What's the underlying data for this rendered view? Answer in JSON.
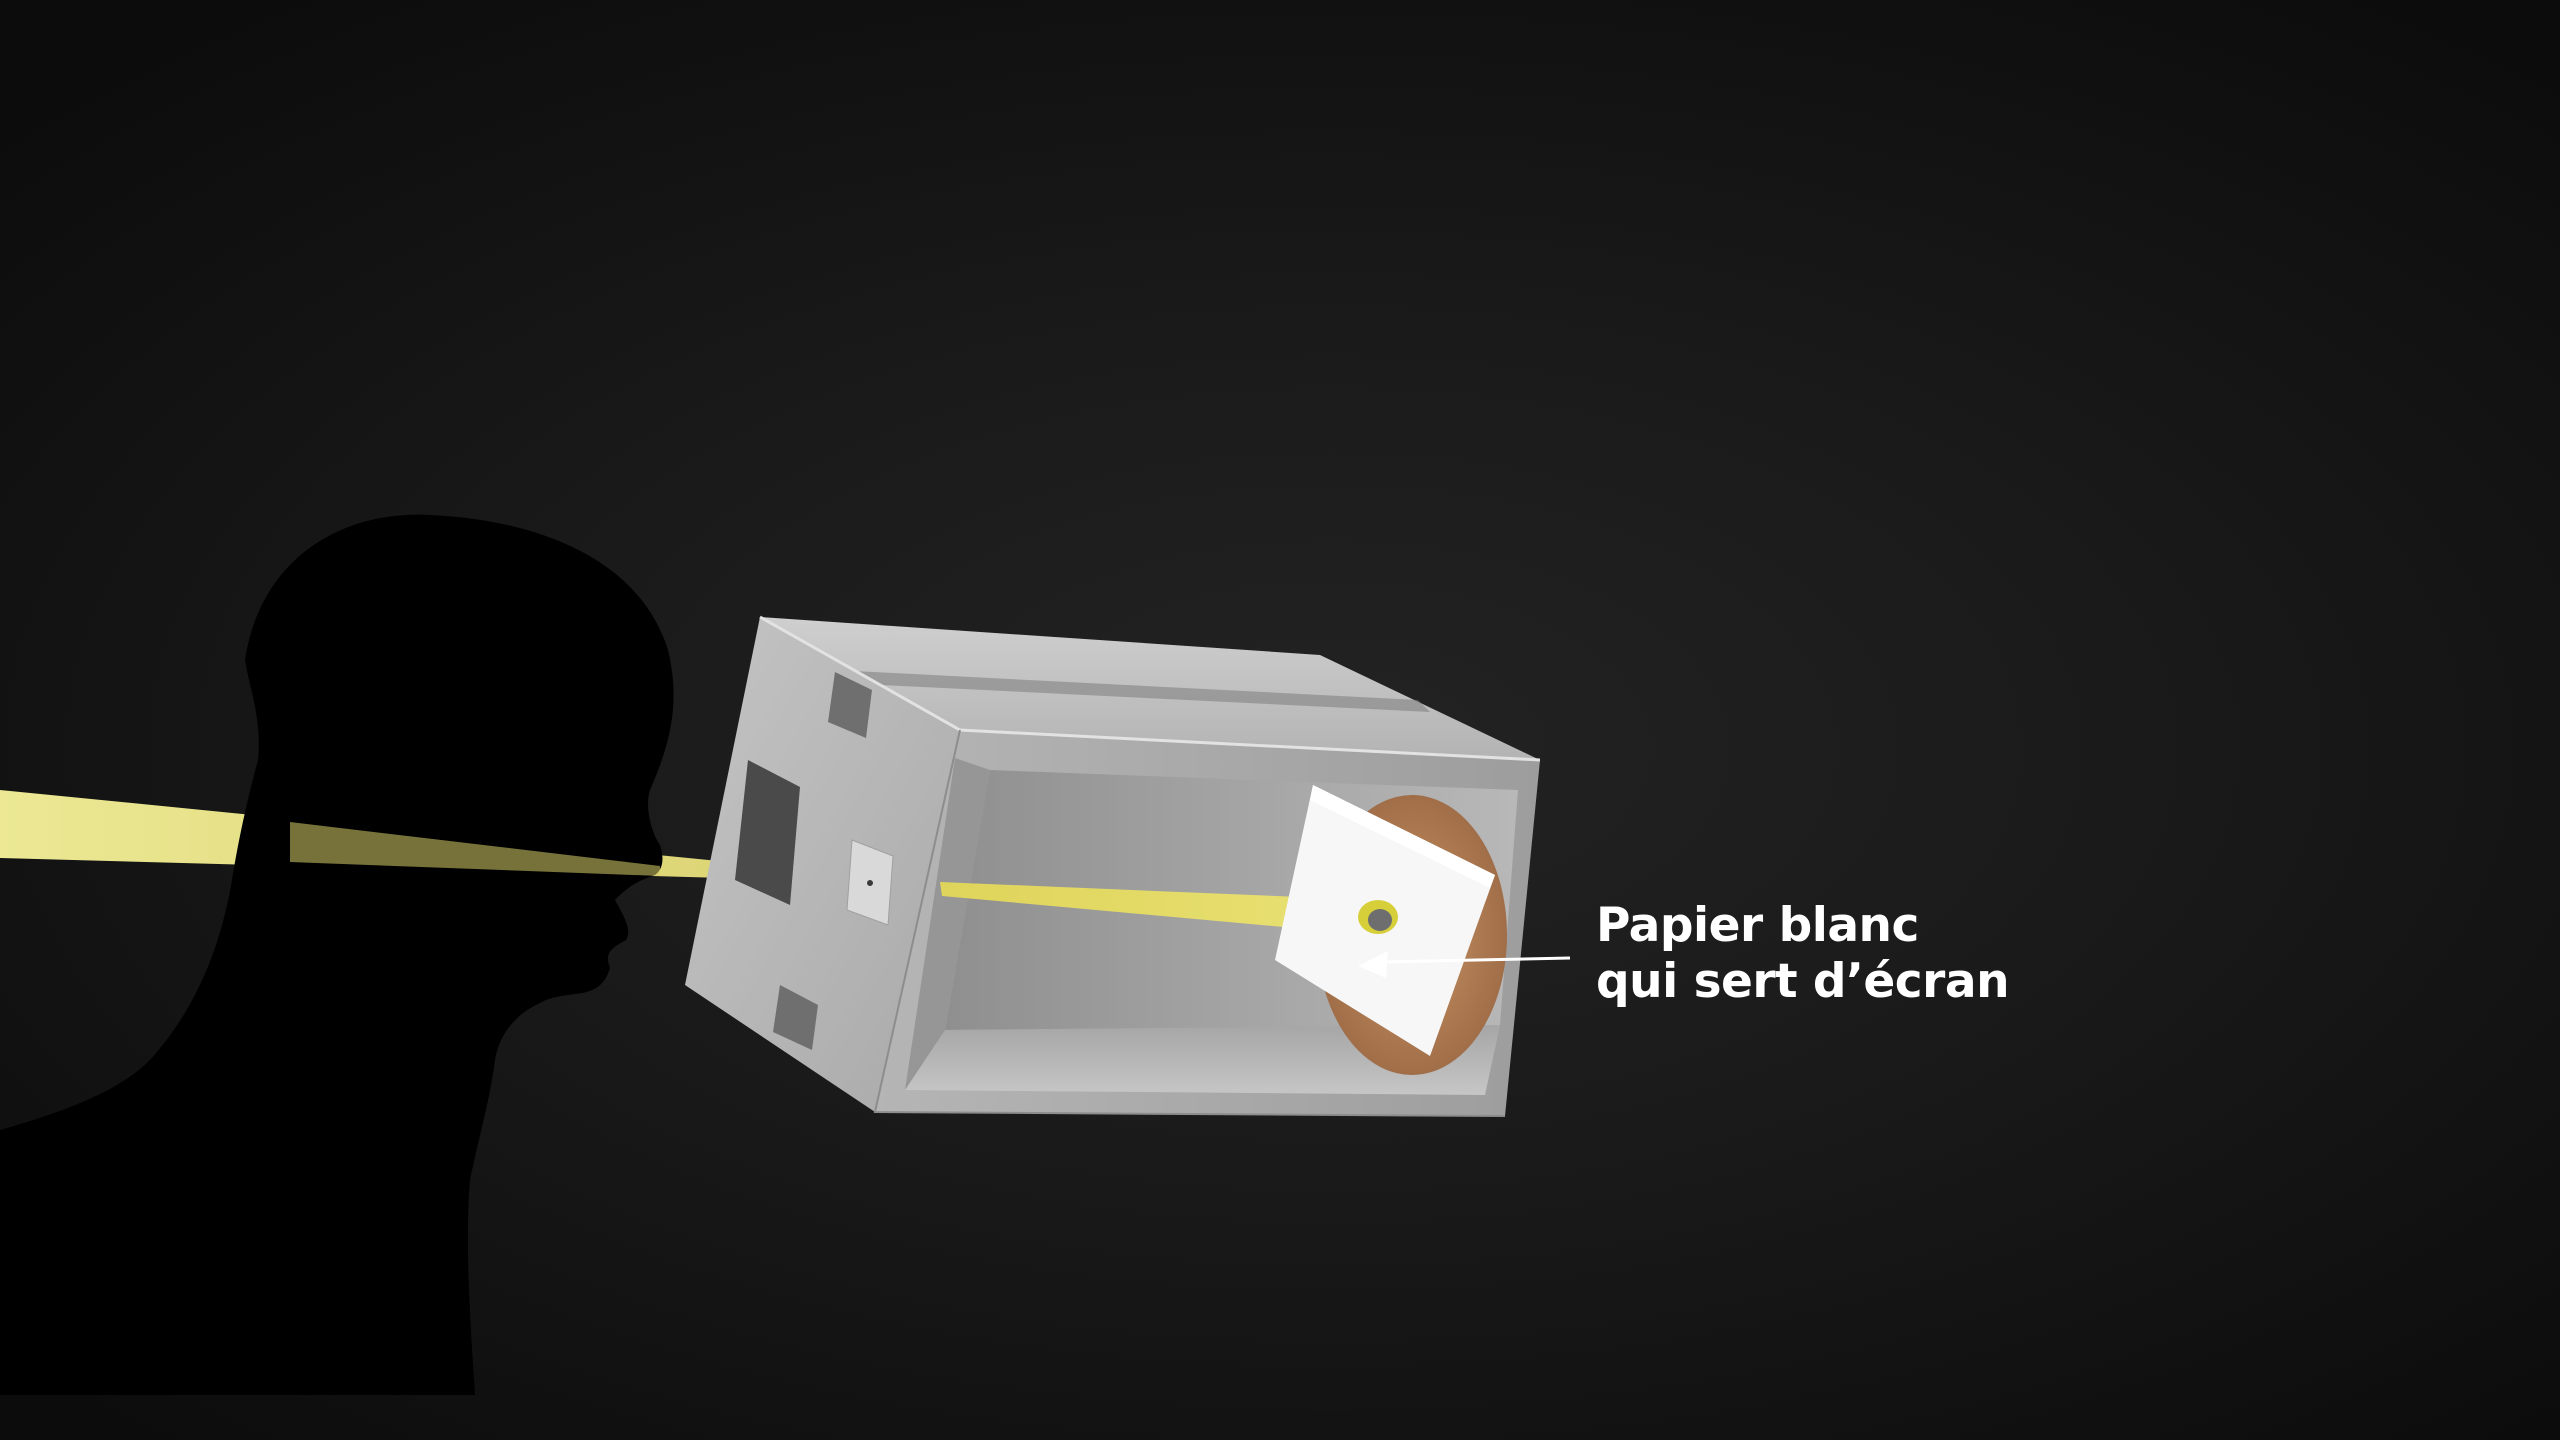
{
  "callout": {
    "line1": "Papier blanc",
    "line2": "qui sert d’écran"
  },
  "colors": {
    "background": "#141414",
    "light_beam": "#f4ef8a",
    "silhouette": "#000000",
    "box": "#bdbdbd",
    "screen_paper": "#ffffff",
    "cork_disc": "#b07a52",
    "label_text": "#ffffff"
  },
  "icons": [
    "person-silhouette",
    "light-beam",
    "pinhole-camera-box",
    "paper-screen",
    "arrow-pointer"
  ]
}
